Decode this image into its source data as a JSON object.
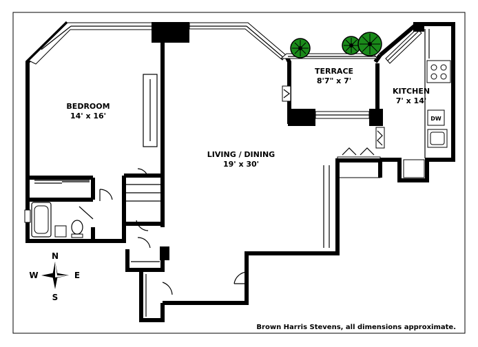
{
  "rooms": {
    "bedroom": {
      "name": "BEDROOM",
      "dims": "14' x 16'"
    },
    "living": {
      "name": "LIVING / DINING",
      "dims": "19' x 30'"
    },
    "terrace": {
      "name": "TERRACE",
      "dims": "8'7\" x 7'"
    },
    "kitchen": {
      "name": "KITCHEN",
      "dims": "7' x 14'"
    }
  },
  "appliances": {
    "dishwasher": "DW"
  },
  "compass": {
    "n": "N",
    "s": "S",
    "e": "E",
    "w": "W"
  },
  "credit": "Brown Harris Stevens, all dimensions approximate.",
  "colors": {
    "walls": "#000000",
    "plants": "#1a8a1a",
    "background": "#ffffff"
  }
}
